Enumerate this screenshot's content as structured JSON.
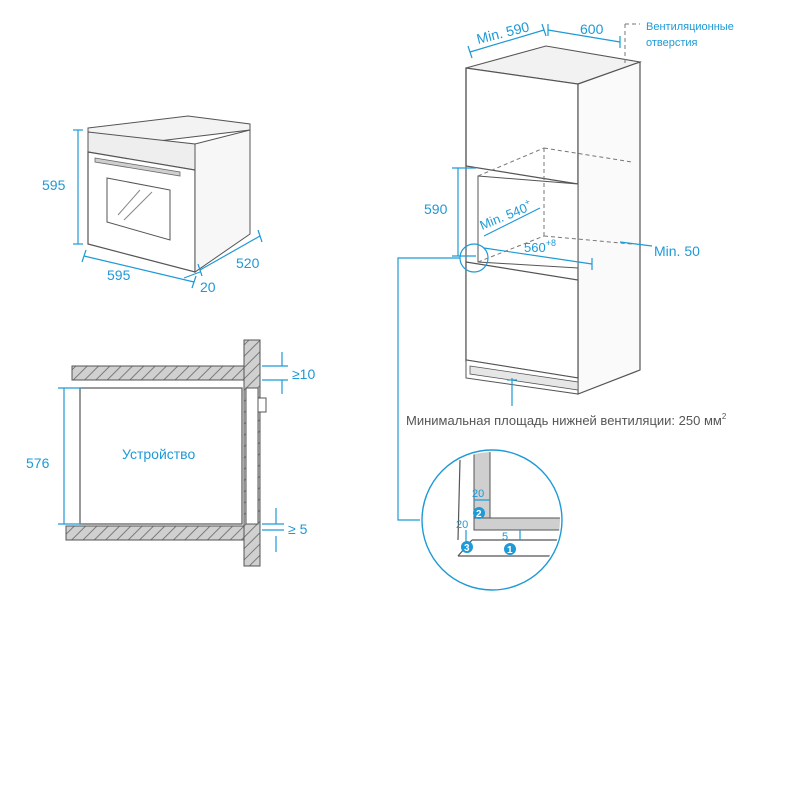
{
  "oven_view": {
    "height": "595",
    "width": "595",
    "depth": "520",
    "door_offset": "20"
  },
  "side_section": {
    "device_label": "Устройство",
    "height": "576",
    "top_gap": "≥10",
    "bottom_gap": "≥ 5"
  },
  "cabinet_view": {
    "min_width": "Min. 590",
    "depth": "600",
    "vent_label_line1": "Вентиляционные",
    "vent_label_line2": "отверстия",
    "niche_height": "590",
    "min_depth": "Min. 540",
    "min_depth_sup": "+",
    "niche_width": "560",
    "niche_width_sup": "+8",
    "min_side": "Min. 50",
    "bottom_vent_text": "Минимальная площадь нижней вентиляции: 250 мм",
    "bottom_vent_sup": "2"
  },
  "detail": {
    "dim_a": "20",
    "dim_b": "20",
    "dim_c": "5",
    "badge_1": "1",
    "badge_2": "2",
    "badge_3": "3"
  },
  "colors": {
    "dimension_blue": "#1e9ad6",
    "line_grey": "#555555",
    "hatch_fill": "#bdbdbd"
  }
}
